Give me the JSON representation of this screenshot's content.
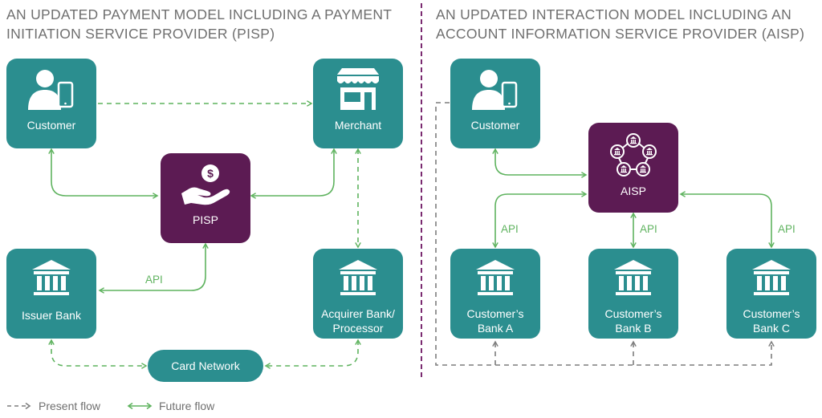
{
  "left_panel": {
    "title_line1": "AN UPDATED PAYMENT MODEL INCLUDING A PAYMENT",
    "title_line2": "INITIATION SERVICE PROVIDER (PISP)",
    "nodes": {
      "customer": "Customer",
      "merchant": "Merchant",
      "pisp": "PISP",
      "issuer_bank": "Issuer Bank",
      "acquirer_line1": "Acquirer Bank/",
      "acquirer_line2": "Processor",
      "card_network": "Card Network"
    },
    "api_label": "API"
  },
  "right_panel": {
    "title_line1": "AN UPDATED INTERACTION MODEL INCLUDING AN",
    "title_line2": "ACCOUNT INFORMATION SERVICE PROVIDER (AISP)",
    "nodes": {
      "customer": "Customer",
      "aisp": "AISP",
      "bank_a_line1": "Customer’s",
      "bank_a_line2": "Bank A",
      "bank_b_line1": "Customer’s",
      "bank_b_line2": "Bank B",
      "bank_c_line1": "Customer’s",
      "bank_c_line2": "Bank C"
    },
    "api_labels": [
      "API",
      "API",
      "API"
    ]
  },
  "legend": {
    "present_flow": "Present flow",
    "future_flow": "Future flow"
  },
  "colors": {
    "teal_node": "#2b8e8f",
    "purple_node": "#5c1b53",
    "future_flow": "#5fb35f",
    "present_flow": "#7d7d7d",
    "divider": "#7a2a70",
    "title_text": "#6f6f6f"
  }
}
